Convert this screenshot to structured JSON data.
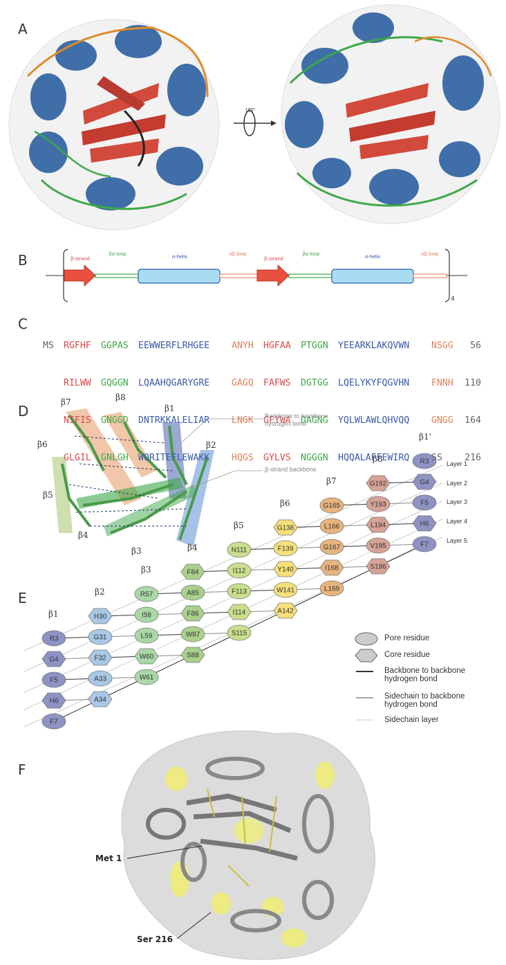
{
  "panels": {
    "a": "A",
    "b": "B",
    "c": "C",
    "d": "D",
    "e": "E",
    "f": "F"
  },
  "panel_a": {
    "rotation_label": "180°"
  },
  "panel_b": {
    "elements": [
      "β-strand",
      "βα loop",
      "α-helix",
      "αβ loop",
      "β-strand",
      "βα loop",
      "α-helix",
      "αβ loop"
    ],
    "repeat": "4",
    "colors": {
      "strand": "#e8503f",
      "loop_ba": "#3ea848",
      "helix": "#a9dcf2",
      "loop_ab": "#e38a6a"
    }
  },
  "panel_c": {
    "prefix": "MS",
    "rows": [
      {
        "segs": [
          "RGFHF",
          "GGPAS",
          "EEWWERFLRHGEE",
          "ANYH",
          "HGFAA",
          "PTGGN",
          "YEEARKLAKQVWN",
          "NSGG"
        ],
        "num": "56"
      },
      {
        "segs": [
          "RILWW",
          "GQGGN",
          "LQAAHQGARYGRE",
          "GAGQ",
          "FAFWS",
          "DGTGG",
          "LQELYKYFQGVHN",
          "FNNH"
        ],
        "num": "110"
      },
      {
        "segs": [
          "NIFIS",
          "GNGGD",
          "DNTRKKALELIAR",
          "LNGK",
          "GFYWA",
          "DAGNG",
          "YQLWLAWLQHVQQ",
          "GNGG"
        ],
        "num": "164"
      },
      {
        "segs": [
          "GLGIL",
          "GNLGH",
          "WQRITEFLEWAKK",
          "HQGS",
          "GYLVS",
          "NGGGN",
          "HQQALAFFEWIRQ",
          "SS"
        ],
        "num": "216"
      }
    ]
  },
  "panel_d": {
    "strands": [
      "β7",
      "β8",
      "β1",
      "β2",
      "β6",
      "β5",
      "β4",
      "β3"
    ],
    "callout_hbond": "Backbone to backbone hydrogen bond",
    "callout_backbone": "β-strand backbone"
  },
  "panel_e": {
    "strands": [
      {
        "name": "β1",
        "color": "#8e93c4",
        "residues": [
          "R3",
          "G4",
          "F5",
          "H6",
          "F7"
        ],
        "shapes": [
          "ellipse",
          "hex",
          "ellipse",
          "hex",
          "ellipse"
        ]
      },
      {
        "name": "β2",
        "color": "#a9c8e6",
        "residues": [
          "H30",
          "G31",
          "F32",
          "A33",
          "A34"
        ],
        "shapes": [
          "hex",
          "ellipse",
          "hex",
          "ellipse",
          "hex"
        ]
      },
      {
        "name": "β3",
        "color": "#a9d8a6",
        "residues": [
          "R57",
          "I58",
          "L59",
          "W60",
          "W61"
        ],
        "shapes": [
          "ellipse",
          "ellipse",
          "ellipse",
          "hex",
          "ellipse"
        ]
      },
      {
        "name": "β4",
        "color": "#a9d08c",
        "residues": [
          "F84",
          "A85",
          "F86",
          "W87",
          "S88"
        ],
        "shapes": [
          "hex",
          "ellipse",
          "hex",
          "ellipse",
          "hex"
        ]
      },
      {
        "name": "β5",
        "color": "#c9df8c",
        "residues": [
          "N111",
          "I112",
          "F113",
          "I114",
          "S115"
        ],
        "shapes": [
          "ellipse",
          "ellipse",
          "ellipse",
          "hex",
          "ellipse"
        ]
      },
      {
        "name": "β6",
        "color": "#f5e07a",
        "residues": [
          "G138",
          "F139",
          "Y140",
          "W141",
          "A142"
        ],
        "shapes": [
          "hex",
          "ellipse",
          "hex",
          "ellipse",
          "hex"
        ]
      },
      {
        "name": "β7",
        "color": "#e8b47e",
        "residues": [
          "G165",
          "L166",
          "G167",
          "I168",
          "L169"
        ],
        "shapes": [
          "ellipse",
          "ellipse",
          "ellipse",
          "hex",
          "ellipse"
        ]
      },
      {
        "name": "β8",
        "color": "#d6a396",
        "residues": [
          "G192",
          "Y193",
          "L194",
          "V195",
          "S196"
        ],
        "shapes": [
          "hex",
          "ellipse",
          "hex",
          "ellipse",
          "hex"
        ]
      },
      {
        "name": "β1'",
        "color": "#8e93c4",
        "residues": [
          "R3",
          "G4",
          "F5",
          "H6",
          "F7"
        ],
        "shapes": [
          "ellipse",
          "hex",
          "ellipse",
          "hex",
          "ellipse"
        ]
      }
    ],
    "layers": [
      "Layer 1",
      "Layer 2",
      "Layer 3",
      "Layer 4",
      "Layer 5"
    ],
    "legend": [
      "Pore residue",
      "Core residue",
      "Backbone to backbone hydrogen bond",
      "Sidechain to backbone hydrogen bond",
      "Sidechain layer"
    ]
  },
  "panel_f": {
    "label_met": "Met 1",
    "label_ser": "Ser 216"
  }
}
